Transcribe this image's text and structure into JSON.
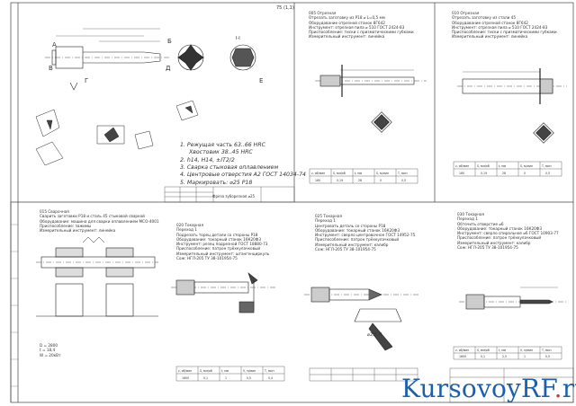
{
  "sheet1": {
    "stamp": "75 (1,1)",
    "requirements": [
      "1. Режущая часть 63..66 HRC",
      "Хвостовик 38..45 HRC",
      "2. h14, H14, ±IT2/2",
      "3. Сварка стыковая оплавлением",
      "4. Центровые отверстия А2 ГОСТ 14034-74",
      "5. Маркировать: ⌀25 Р18"
    ],
    "title": "Фреза зуборезная ⌀25",
    "section_labels": [
      "А",
      "Б",
      "В",
      "Г",
      "Д",
      "Е",
      "I-I"
    ]
  },
  "op005": {
    "header": "005 Отрезная",
    "lines": [
      "Отрезать заготовку из Р18 ⌀ L=0,5 мм",
      "Оборудование отрезной станок 8Г642",
      "Инструмент: отрезная пила ⌀ 510 ГОСТ 2424-83",
      "Приспособление: тиски с призматическими губками",
      "Измерительный инструмент: линейка"
    ],
    "table": {
      "headers": [
        "z, об/мин",
        "S, мм/об",
        "t, мм",
        "S, м/мин",
        "T, мин"
      ],
      "row": [
        "160",
        "0,19",
        "28",
        "0",
        "0,5"
      ]
    }
  },
  "op010": {
    "header": "010 Отрезная",
    "lines": [
      "Отрезать заготовку из стали 45",
      "Оборудование отрезной станок 8Г642",
      "Инструмент: отрезная пила ⌀ 510 ГОСТ 2424-83",
      "Приспособление: тиски с призматическими губками",
      "Измерительный инструмент: линейка"
    ],
    "table": {
      "headers": [
        "z, об/мин",
        "S, мм/об",
        "t, мм",
        "S, м/мин",
        "T, мин"
      ],
      "row": [
        "160",
        "0,19",
        "28",
        "0",
        "0,5"
      ]
    }
  },
  "op015": {
    "header": "015 Сварочная",
    "lines": [
      "Сварить заготовки Р18 и сталь 45 стыковой сваркой",
      "Оборудование: машина для сварки оплавлением МСО-4001",
      "Приспособление: зажимы",
      "Измерительный инструмент: линейка"
    ],
    "params": [
      "D = 2800",
      "t = 18,4",
      "W = 20кВт"
    ]
  },
  "op020": {
    "header": "020 Токарная",
    "lines": [
      "Переход 1",
      "Подрезать торец детали со стороны Р18",
      "Оборудование: токарный станок 16К20Ф3",
      "Инструмент: резец подрезной ГОСТ 18880-73",
      "Приспособление: патрон трёхкулачковый",
      "Измерительный инструмент: штангенциркуль",
      "Сож: НГЛ-205 ТУ 38-101954-75"
    ],
    "table": {
      "headers": [
        "z, об/мин",
        "S, мм/об",
        "t, мм",
        "V, м/мин",
        "T, мин"
      ],
      "row": [
        "1600",
        "0,1",
        "1",
        "0,5",
        "0,4"
      ]
    }
  },
  "op025": {
    "header": "025 Токарная",
    "lines": [
      "Переход 1",
      "Центровать деталь со стороны Р18",
      "Оборудование: токарный станок 16К20Ф3",
      "Инструмент: сверло центровочное ГОСТ 14952-75",
      "Приспособление: патрон трёхкулачковый",
      "Измерительный инструмент: калибр",
      "Сож: НГЛ-205 ТУ 38-101954-75"
    ],
    "dimension": "⌀2,5 Н"
  },
  "op030": {
    "header": "030 Токарная",
    "lines": [
      "Переход 1",
      "Обточить отверстие ⌀6",
      "Оборудование: токарный станок 16К20Ф3",
      "Инструмент: сверло спиральное ⌀6 ГОСТ 10903-77",
      "Приспособление: патрон трёхкулачковый",
      "Измерительный инструмент: калибр",
      "Сож: НГЛ-205 ТУ 38-101954-75"
    ],
    "table": {
      "headers": [
        "z, об/мин",
        "S, мм/об",
        "t, мм",
        "V, м/мин",
        "T, мин"
      ],
      "row": [
        "1600",
        "0,1",
        "2,5",
        "1",
        "0,5"
      ]
    }
  },
  "table_left_bottom": {
    "headers": [
      "z, об/мин",
      "S, мм/об",
      "t, мм",
      "V, м/мин",
      "T, мин"
    ],
    "row": [
      "1600",
      "0,1",
      "1",
      "0,5",
      "0,4"
    ]
  },
  "watermark": {
    "main": "KursovoyRF",
    "dot": ".",
    "tld": "ru"
  }
}
